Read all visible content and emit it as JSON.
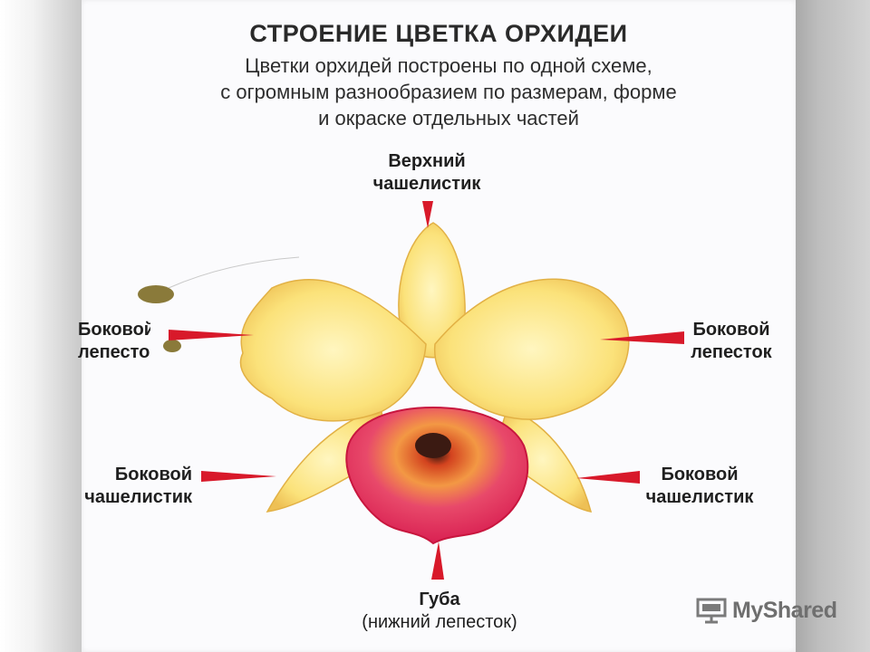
{
  "title": "СТРОЕНИЕ ЦВЕТКА ОРХИДЕИ",
  "subtitle": {
    "line1": "Цветки орхидей построены по одной схеме,",
    "line2": "с огромным разнообразием по размерам, форме",
    "line3": "и окраске отдельных частей"
  },
  "labels": {
    "top_sepal": {
      "line1": "Верхний",
      "line2": "чашелистик"
    },
    "left_petal": {
      "line1": "Боковой",
      "line2": "лепесток"
    },
    "right_petal": {
      "line1": "Боковой",
      "line2": "лепесток"
    },
    "left_sepal": {
      "line1": "Боковой",
      "line2": "чашелистик"
    },
    "right_sepal": {
      "line1": "Боковой",
      "line2": "чашелистик"
    },
    "lip": {
      "line1": "Губа",
      "line2": "(нижний лепесток)"
    }
  },
  "watermark": {
    "text": "MyShared",
    "icon": "presentation-icon"
  },
  "colors": {
    "pointer": "#d8192a",
    "petal_yellow": "#fbe77e",
    "petal_edge": "#e7b64a",
    "lip_pink": "#e2365c",
    "lip_orange": "#f08a3a"
  }
}
